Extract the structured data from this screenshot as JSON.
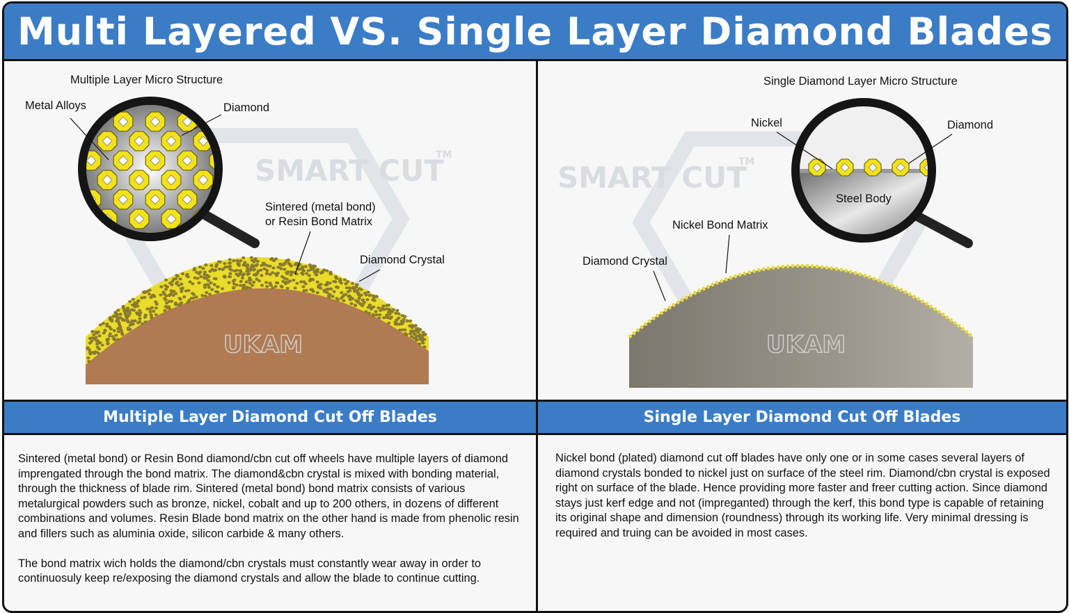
{
  "title": "Multi Layered VS. Single Layer Diamond Blades",
  "watermarks": {
    "brand": "SMART CUT",
    "trademark": "TM",
    "blade_mark": "UKAM"
  },
  "colors": {
    "header_blue": "#3b7cc6",
    "diamond_yellow": "#f2e21a",
    "resin_brown": "#b07a52",
    "steel_gray": "#8a8478"
  },
  "left": {
    "diagram_title": "Multiple Layer Micro Structure",
    "labels": {
      "metal_alloys": "Metal Alloys",
      "diamond": "Diamond",
      "matrix_line1": "Sintered (metal bond)",
      "matrix_line2": "or Resin Bond Matrix",
      "crystal": "Diamond Crystal"
    },
    "heading": "Multiple Layer Diamond Cut Off Blades",
    "paragraphs": [
      "Sintered (metal bond) or Resin Bond diamond/cbn cut off wheels have multiple layers of diamond imprengated through the bond matrix. The diamond&cbn crystal is mixed with bonding material, through the thickness of blade rim. Sintered (metal bond) bond matrix consists of various metalurgical powders such as bronze, nickel, cobalt and up to 200 others, in dozens of different combinations and volumes. Resin Blade bond matrix on the other hand is made from phenolic resin and  fillers such as aluminia oxide, silicon carbide & many others.",
      "The bond matrix wich holds the diamond/cbn crystals must constantly wear away in order to continuosuly keep re/exposing the diamond crystals and allow the blade to continue cutting."
    ]
  },
  "right": {
    "diagram_title": "Single Diamond Layer Micro Structure",
    "labels": {
      "nickel": "Nickel",
      "diamond": "Diamond",
      "steel_body": "Steel Body",
      "matrix": "Nickel Bond Matrix",
      "crystal": "Diamond Crystal"
    },
    "heading": "Single Layer Diamond Cut Off Blades",
    "paragraphs": [
      "Nickel bond (plated) diamond cut off blades have only one or in some cases several layers of diamond crystals bonded to nickel just on surface of the steel rim. Diamond/cbn crystal is exposed right on surface of the blade. Hence providing more faster and freer cutting action. Since diamond stays just kerf edge and not (impreganted) through the kerf, this bond type is capable of retaining its original shape and dimension (roundness) through its working life. Very minimal dressing is required and truing can be avoided in most cases."
    ]
  }
}
